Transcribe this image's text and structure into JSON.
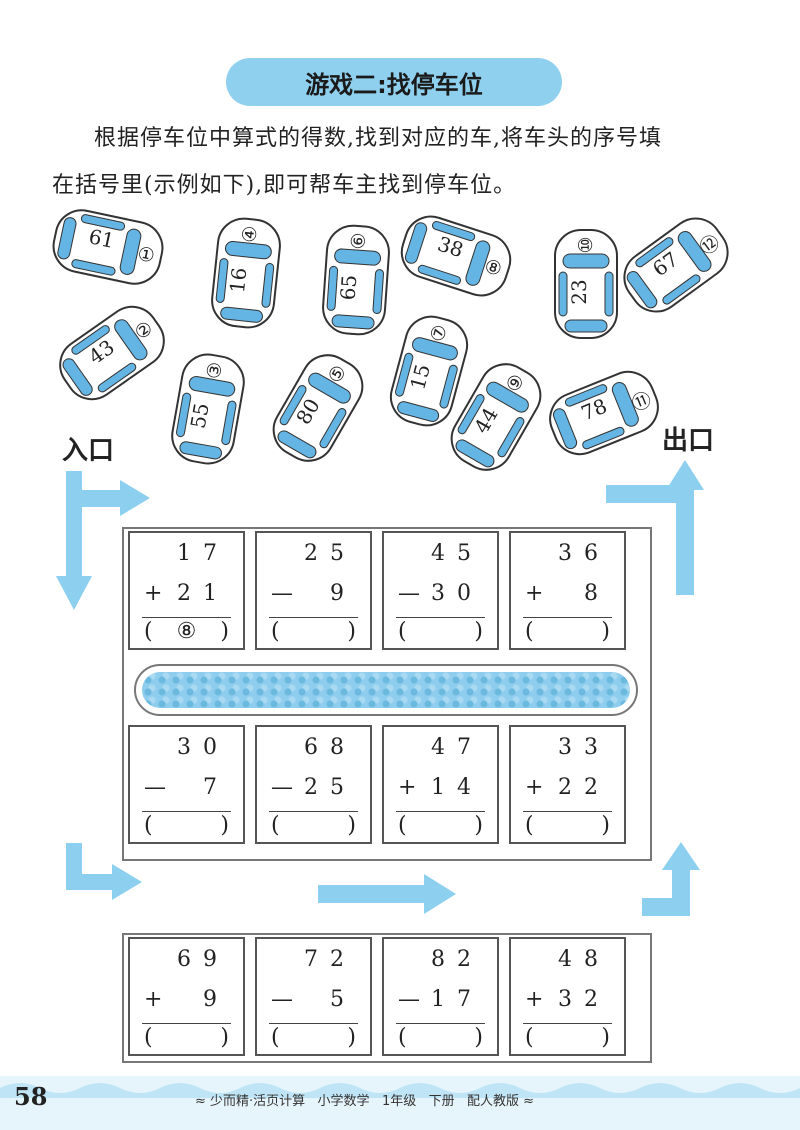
{
  "title": "游戏二:找停车位",
  "instructions": {
    "line1": "根据停车位中算式的得数,找到对应的车,将车头的序号填",
    "line2": "在括号里(示例如下),即可帮车主找到停车位。"
  },
  "cars": [
    {
      "number": "61",
      "order": "①"
    },
    {
      "number": "16",
      "order": "④"
    },
    {
      "number": "65",
      "order": "⑥"
    },
    {
      "number": "38",
      "order": "⑧"
    },
    {
      "number": "23",
      "order": "⑩"
    },
    {
      "number": "67",
      "order": "⑫"
    },
    {
      "number": "43",
      "order": "②"
    },
    {
      "number": "55",
      "order": "③"
    },
    {
      "number": "80",
      "order": "⑤"
    },
    {
      "number": "15",
      "order": "⑦"
    },
    {
      "number": "44",
      "order": "⑨"
    },
    {
      "number": "78",
      "order": "⑪"
    }
  ],
  "entrance_label": "入口",
  "exit_label": "出口",
  "parking_rows": [
    [
      {
        "top": "17",
        "op": "+",
        "bottom": "21",
        "answer": "⑧"
      },
      {
        "top": "25",
        "op": "—",
        "bottom": "9",
        "answer": ""
      },
      {
        "top": "45",
        "op": "—",
        "bottom": "30",
        "answer": ""
      },
      {
        "top": "36",
        "op": "+",
        "bottom": "8",
        "answer": ""
      }
    ],
    [
      {
        "top": "30",
        "op": "—",
        "bottom": "7",
        "answer": ""
      },
      {
        "top": "68",
        "op": "—",
        "bottom": "25",
        "answer": ""
      },
      {
        "top": "47",
        "op": "+",
        "bottom": "14",
        "answer": ""
      },
      {
        "top": "33",
        "op": "+",
        "bottom": "22",
        "answer": ""
      }
    ],
    [
      {
        "top": "69",
        "op": "+",
        "bottom": "9",
        "answer": ""
      },
      {
        "top": "72",
        "op": "—",
        "bottom": "5",
        "answer": ""
      },
      {
        "top": "82",
        "op": "—",
        "bottom": "17",
        "answer": ""
      },
      {
        "top": "48",
        "op": "+",
        "bottom": "32",
        "answer": ""
      }
    ]
  ],
  "paren_open": "(",
  "paren_close": ")",
  "footer": {
    "page_number": "58",
    "text": "≈ 少而精·活页计算   小学数学   1年级   下册   配人教版 ≈"
  },
  "colors": {
    "accent_blue": "#8fd0ef",
    "arrow_blue": "#8ccfee",
    "car_window": "#64b4e4"
  }
}
